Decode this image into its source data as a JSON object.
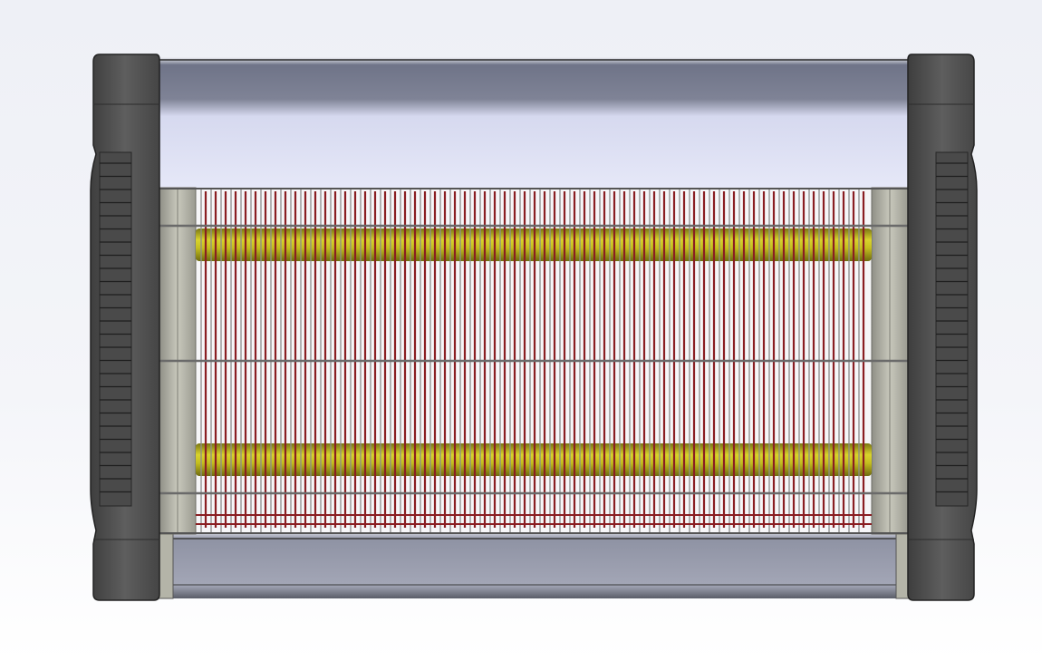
{
  "viewport": {
    "background_top": "#eef0f6",
    "background_bottom": "#ffffff"
  },
  "model": {
    "colors": {
      "end_cap": "#5a5a5a",
      "end_cap_dark": "#3c3c3c",
      "top_tube_dark": "#7b7f92",
      "top_tube_light": "#e3e6f6",
      "bottom_tray": "#9b9eaf",
      "grid_wire": "#8c8c8c",
      "inner_grid_wire": "#8a1e22",
      "uv_tube": "#c8c221",
      "side_frame": "#b9b9ad"
    },
    "icons": [
      "end-cap-left",
      "end-cap-right",
      "uv-tube-top",
      "uv-tube-bottom"
    ]
  }
}
